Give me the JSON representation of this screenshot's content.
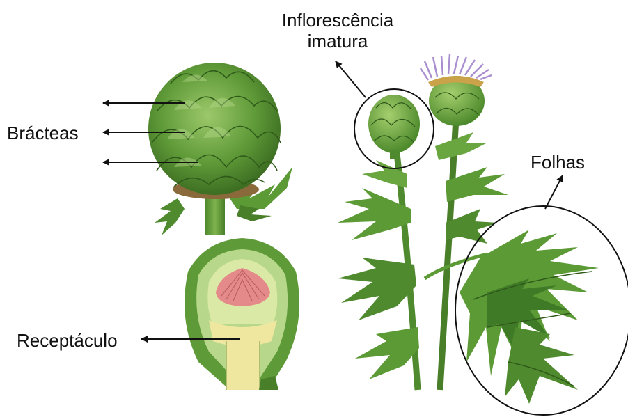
{
  "labels": {
    "inflorescence_line1": "Inflorescência",
    "inflorescence_line2": "imatura",
    "bracts": "Brácteas",
    "leaves": "Folhas",
    "receptacle": "Receptáculo"
  },
  "colors": {
    "leaf_dark": "#3f7a26",
    "leaf_mid": "#5c9a36",
    "leaf_light": "#8cc05a",
    "flower_purple": "#a98fd0",
    "receptacle_pink": "#e48a8a",
    "receptacle_yellow": "#efe6a0",
    "annotation": "#111111"
  }
}
